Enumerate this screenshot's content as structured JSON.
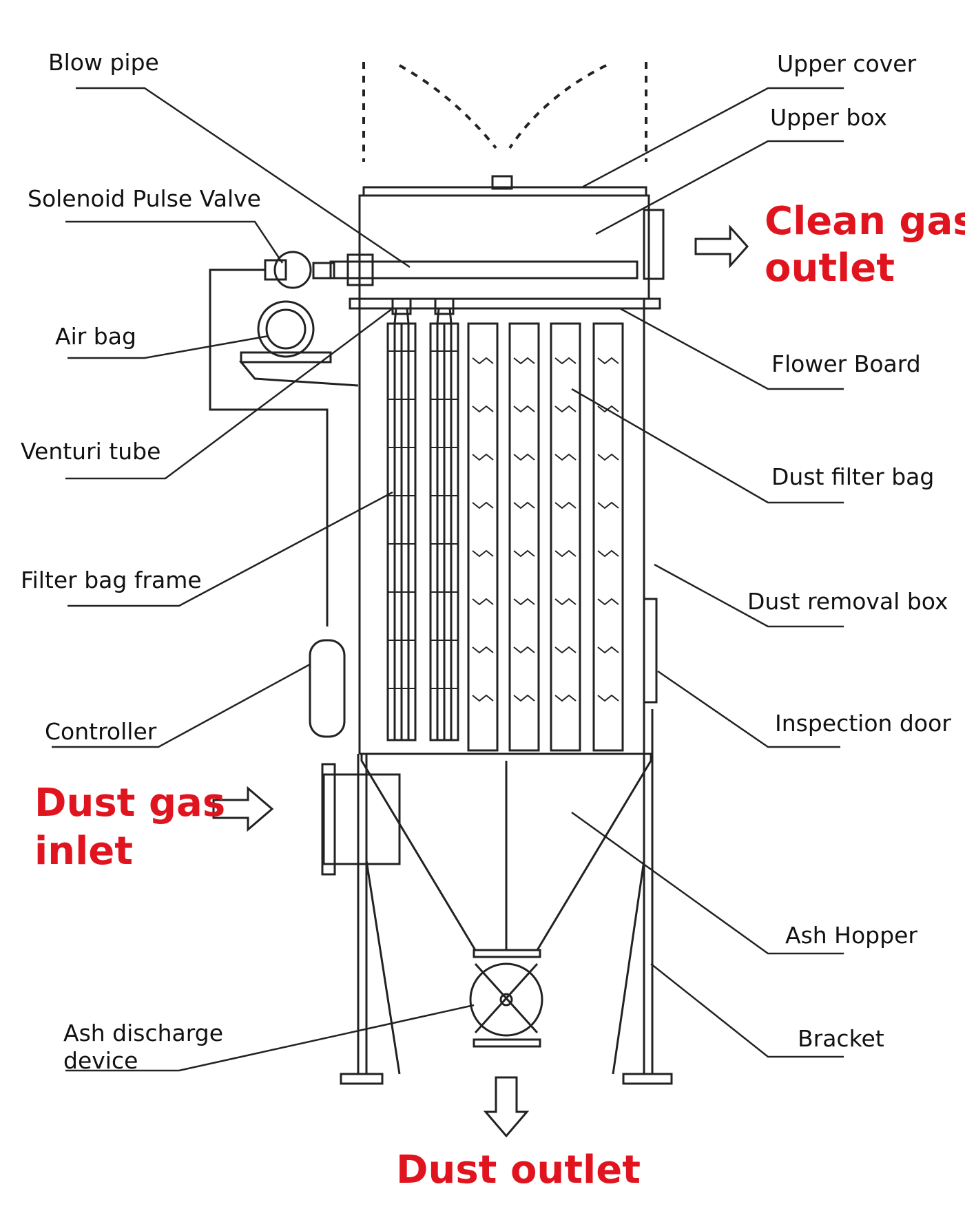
{
  "labels": {
    "blow_pipe": "Blow pipe",
    "solenoid_pulse_valve": "Solenoid Pulse Valve",
    "air_bag": "Air bag",
    "venturi_tube": "Venturi tube",
    "filter_bag_frame": "Filter bag frame",
    "controller": "Controller",
    "ash_discharge_device_line1": "Ash discharge",
    "ash_discharge_device_line2": "device",
    "upper_cover": "Upper cover",
    "upper_box": "Upper box",
    "flower_board": "Flower Board",
    "dust_filter_bag": "Dust filter bag",
    "dust_removal_box": "Dust removal box",
    "inspection_door": "Inspection door",
    "ash_hopper": "Ash Hopper",
    "bracket": "Bracket"
  },
  "flows": {
    "clean_gas_outlet_line1": "Clean gas",
    "clean_gas_outlet_line2": "outlet",
    "dust_gas_inlet_line1": "Dust gas",
    "dust_gas_inlet_line2": "inlet",
    "dust_outlet": "Dust outlet"
  },
  "colors": {
    "flow_label": "#e0141e",
    "line": "#222222"
  }
}
